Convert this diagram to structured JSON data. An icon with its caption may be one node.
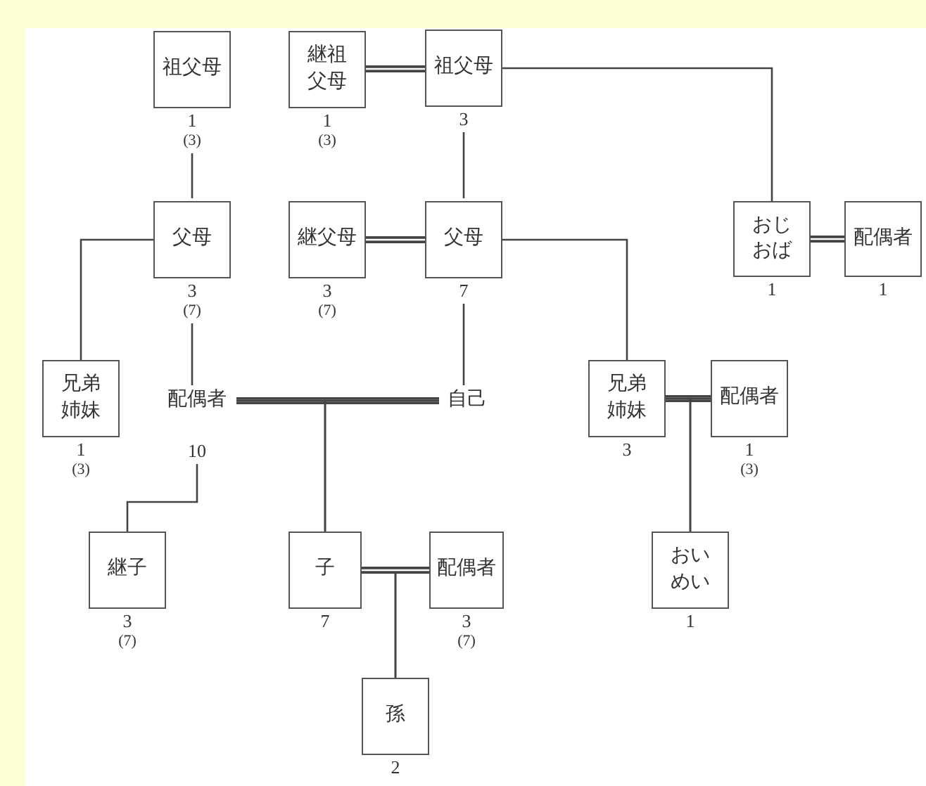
{
  "diagram": {
    "nodes": [
      {
        "text": [
          "祖父母"
        ],
        "beside": [
          "1",
          "(3)"
        ]
      },
      {
        "text": [
          "継祖父母"
        ],
        "beside": [
          "1",
          "(3)"
        ]
      },
      {
        "text": [
          "祖父母"
        ],
        "beside": [
          "3"
        ]
      },
      {
        "text": [
          "父母"
        ],
        "beside": [
          "3",
          "(7)"
        ]
      },
      {
        "text": [
          "継父母"
        ],
        "beside": [
          "3",
          "(7)"
        ]
      },
      {
        "text": [
          "父母"
        ],
        "beside": [
          "7"
        ]
      },
      {
        "text": [
          "おじおば"
        ],
        "beside": [
          "1"
        ]
      },
      {
        "text": [
          "配偶者"
        ],
        "beside": [
          "1"
        ]
      },
      {
        "text": [
          "兄弟姉妹"
        ],
        "beside": [
          "1",
          "(3)"
        ]
      },
      {
        "text": [
          "配偶者"
        ],
        "beside": [
          "10"
        ]
      },
      {
        "text": [
          "自己"
        ]
      },
      {
        "text": [
          "兄弟姉妹"
        ],
        "beside": [
          "3"
        ]
      },
      {
        "text": [
          "配偶者"
        ],
        "beside": [
          "1",
          "(3)"
        ]
      },
      {
        "text": [
          "継子"
        ],
        "beside": [
          "3",
          "(7)"
        ]
      },
      {
        "text": [
          "子"
        ],
        "beside": [
          "7"
        ]
      },
      {
        "text": [
          "配偶者"
        ],
        "beside": [
          "3",
          "(7)"
        ]
      },
      {
        "text": [
          "おいめい"
        ],
        "beside": [
          "1"
        ]
      },
      {
        "text": [
          "孫"
        ],
        "beside": [
          "2"
        ]
      }
    ],
    "edges": [
      {
        "from": 0,
        "to": 3,
        "arrow": "none"
      },
      {
        "from": 1,
        "to": 2,
        "arrow": "none",
        "style": "thick"
      },
      {
        "from": 2,
        "to": 5,
        "arrow": "none"
      },
      {
        "from": 2,
        "to": 6,
        "arrow": "none"
      },
      {
        "from": 6,
        "to": 7,
        "arrow": "none",
        "style": "thick"
      },
      {
        "from": 3,
        "to": 8,
        "arrow": "none"
      },
      {
        "from": 3,
        "to": 9,
        "arrow": "none"
      },
      {
        "from": 4,
        "to": 5,
        "arrow": "none",
        "style": "thick"
      },
      {
        "from": 5,
        "to": 10,
        "arrow": "none"
      },
      {
        "from": 5,
        "to": 11,
        "arrow": "none"
      },
      {
        "from": 9,
        "to": 10,
        "arrow": "none",
        "style": "thick"
      },
      {
        "from": 11,
        "to": 12,
        "arrow": "none",
        "style": "thick"
      },
      {
        "from": 9,
        "to": 13,
        "arrow": "none"
      },
      {
        "from": 9,
        "to": 14,
        "arrow": "none"
      },
      {
        "from": 10,
        "to": 14,
        "arrow": "none"
      },
      {
        "from": 11,
        "to": 16,
        "arrow": "none"
      },
      {
        "from": 12,
        "to": 16,
        "arrow": "none"
      },
      {
        "from": 14,
        "to": 17,
        "arrow": "none"
      },
      {
        "from": 15,
        "to": 17,
        "arrow": "none"
      },
      {
        "from": 14,
        "to": 15,
        "arrow": "none",
        "style": "thick"
      }
    ]
  }
}
